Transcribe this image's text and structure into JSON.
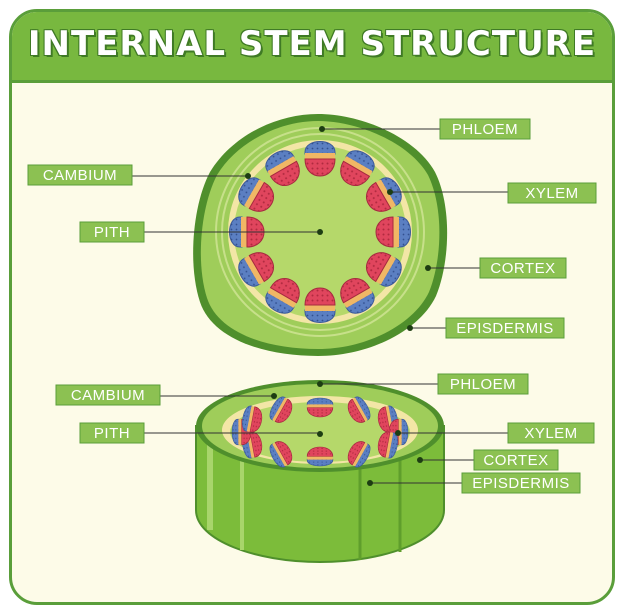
{
  "title": "INTERNAL STEM STRUCTURE",
  "colors": {
    "banner": "#78b83f",
    "border": "#5a9e3a",
    "background": "#fdfbe8",
    "label_fill": "#8cc152",
    "cortex": "#9fcd5a",
    "pith": "#b5d86a",
    "phloem": "#5b7fc2",
    "xylem": "#e0455d",
    "cambium": "#f0b765",
    "stem_side": "#7cbc3a"
  },
  "top_view": {
    "labels": {
      "phloem": "PHLOEM",
      "cambium": "CAMBIUM",
      "xylem": "XYLEM",
      "pith": "PITH",
      "cortex": "CORTEX",
      "epidermis": "EPISDERMIS"
    }
  },
  "side_view": {
    "labels": {
      "phloem": "PHLOEM",
      "cambium": "CAMBIUM",
      "xylem": "XYLEM",
      "pith": "PITH",
      "cortex": "CORTEX",
      "epidermis": "EPISDERMIS"
    }
  }
}
